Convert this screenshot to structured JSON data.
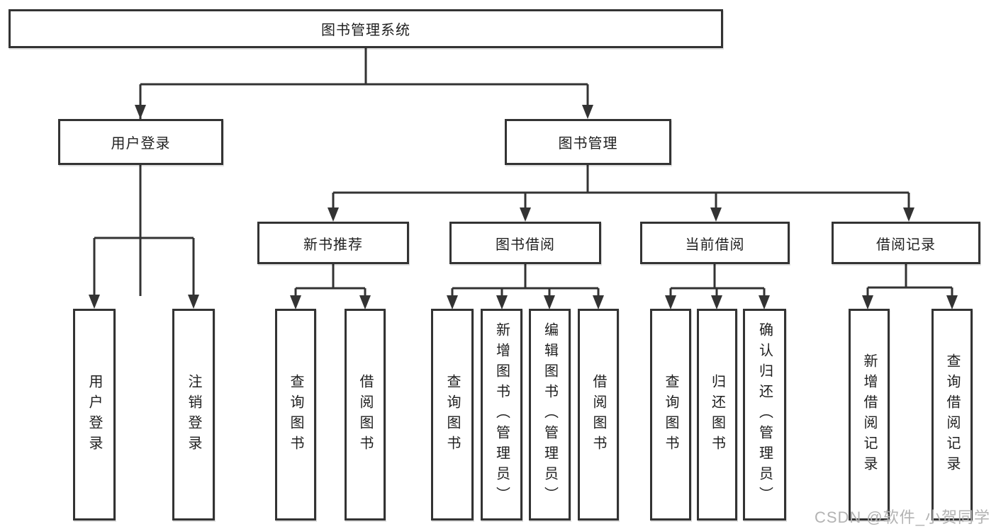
{
  "diagram": {
    "title": "图书管理系统",
    "branches": [
      {
        "label": "用户登录",
        "children": [
          "用户登录",
          "注销登录"
        ]
      },
      {
        "label": "图书管理",
        "children": [
          {
            "label": "新书推荐",
            "children": [
              "查询图书",
              "借阅图书"
            ]
          },
          {
            "label": "图书借阅",
            "children": [
              "查询图书",
              "新增图书（管理员）",
              "编辑图书（管理员）",
              "借阅图书"
            ]
          },
          {
            "label": "当前借阅",
            "children": [
              "查询图书",
              "归还图书",
              "确认归还（管理员）"
            ]
          },
          {
            "label": "借阅记录",
            "children": [
              "新增借阅记录",
              "查询借阅记录"
            ]
          }
        ]
      }
    ]
  },
  "watermark": {
    "text": "CSDN @软件_小贺同学"
  },
  "colors": {
    "line": "#333333",
    "text": "#1f1f1f",
    "watermark": "#b3b3b3",
    "background": "#ffffff"
  }
}
